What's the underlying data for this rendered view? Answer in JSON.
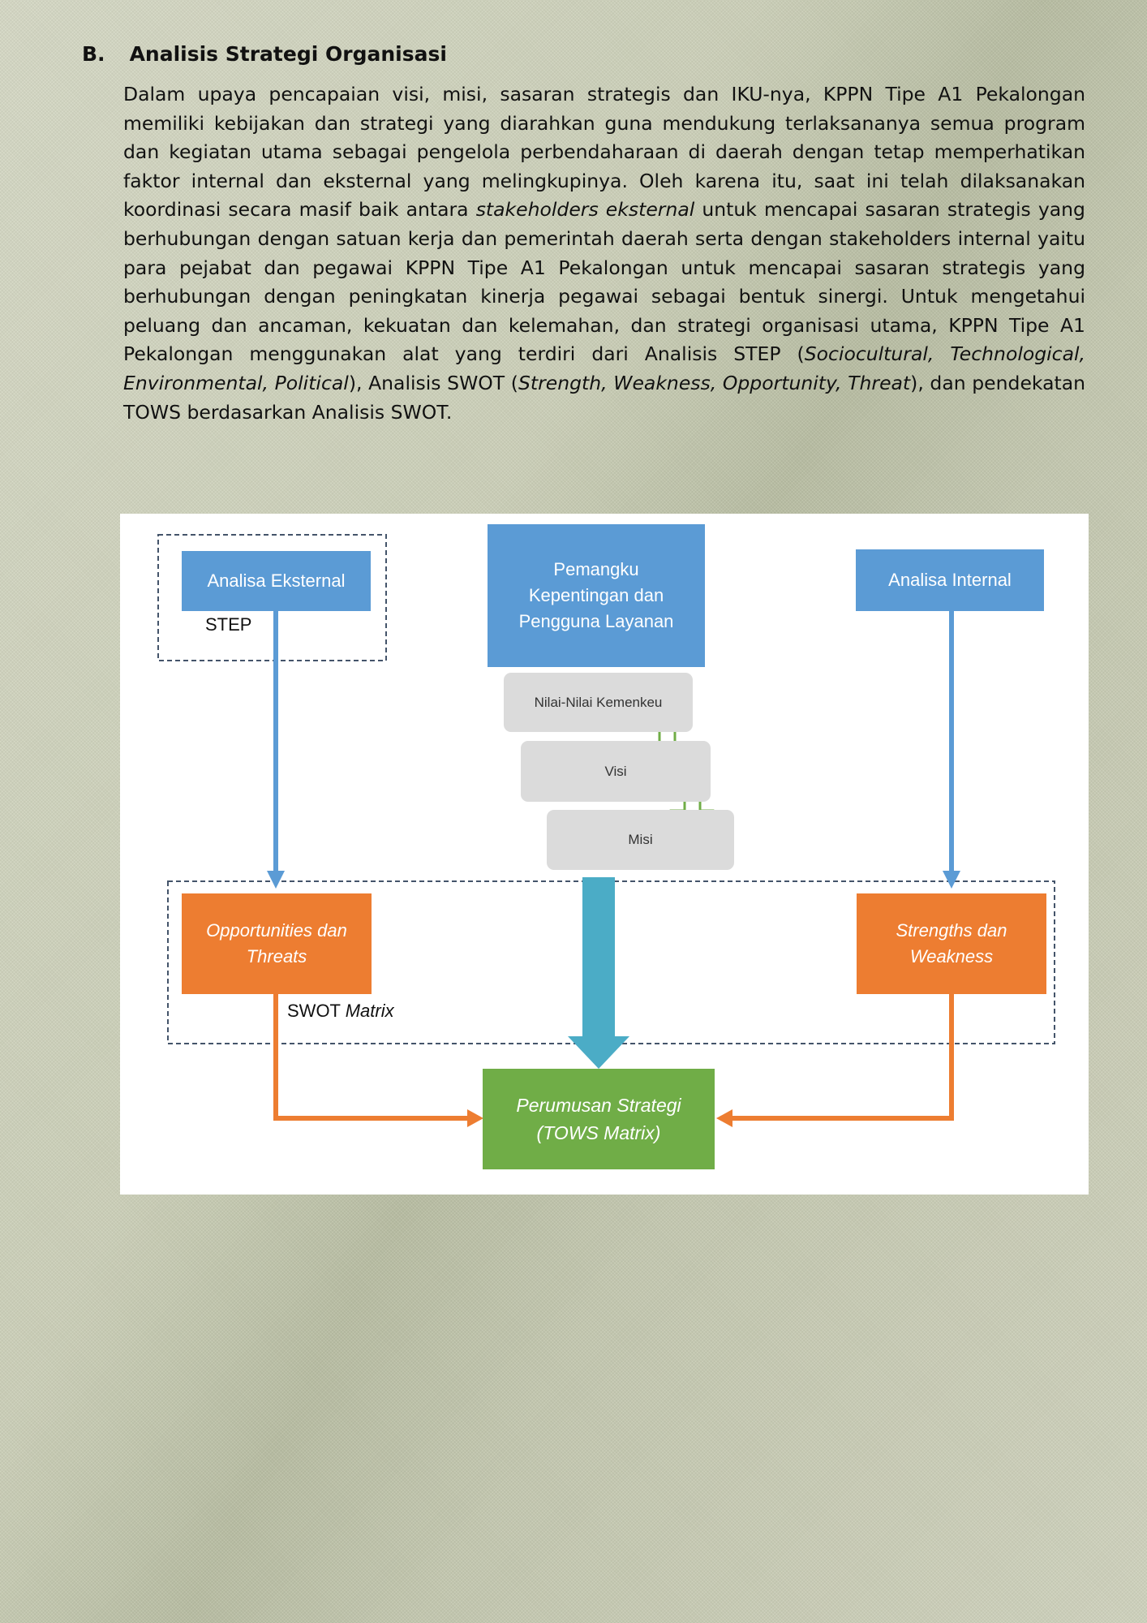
{
  "section": {
    "number": "B.",
    "title": "Analisis Strategi Organisasi"
  },
  "paragraph": {
    "p1": "Dalam upaya pencapaian visi, misi, sasaran strategis dan IKU-nya, KPPN Tipe A1 Pekalongan memiliki kebijakan dan strategi yang diarahkan guna mendukung terlaksananya semua program dan kegiatan utama sebagai pengelola perbendaharaan di daerah dengan tetap memperhatikan faktor internal dan eksternal yang melingkupinya. Oleh karena itu, saat ini telah dilaksanakan koordinasi secara masif baik antara",
    "p2": "stakeholders eksternal",
    "p3": "untuk mencapai sasaran strategis yang berhubungan dengan satuan kerja dan pemerintah daerah serta dengan stakeholders internal yaitu para pejabat dan pegawai KPPN Tipe A1 Pekalongan untuk mencapai sasaran strategis yang berhubungan dengan peningkatan kinerja pegawai sebagai bentuk sinergi. Untuk mengetahui peluang dan ancaman, kekuatan dan kelemahan, dan strategi organisasi utama, KPPN Tipe A1 Pekalongan menggunakan alat yang terdiri dari Analisis STEP (",
    "p4": "Sociocultural, Technological, Environmental, Political",
    "p5": "), Analisis SWOT (",
    "p6": "Strength, Weakness, Opportunity, Threat",
    "p7": "), dan pendekatan TOWS berdasarkan Analisis SWOT."
  },
  "diagram": {
    "external_box": "Analisa Eksternal",
    "step_label": "STEP",
    "stakeholder_box": "Pemangku Kepentingan dan Pengguna Layanan",
    "internal_box": "Analisa Internal",
    "values_box": "Nilai-Nilai Kemenkeu",
    "vision_box": "Visi",
    "mission_box": "Misi",
    "opportunities_box": "Opportunities dan Threats",
    "strengths_box": "Strengths dan Weakness",
    "swot_label_a": "SWOT",
    "swot_label_b": "Matrix",
    "strategy_box": "Perumusan Strategi (TOWS Matrix)",
    "colors": {
      "blue": "#5b9bd5",
      "orange": "#ed7d31",
      "green": "#70ad47",
      "teal": "#4bacc6",
      "grey": "#dbdbdb",
      "dash": "#44546a"
    }
  }
}
